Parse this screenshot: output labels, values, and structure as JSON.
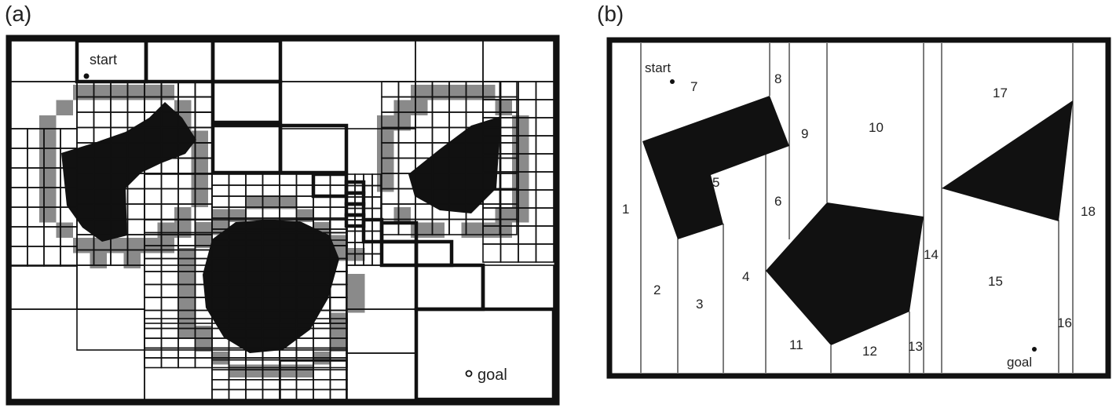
{
  "panel_a": {
    "label": "(a)",
    "start_label": "start",
    "goal_label": "goal"
  },
  "panel_b": {
    "label": "(b)",
    "start_label": "start",
    "goal_label": "goal",
    "cells": [
      "1",
      "2",
      "3",
      "4",
      "5",
      "6",
      "7",
      "8",
      "9",
      "10",
      "11",
      "12",
      "13",
      "14",
      "15",
      "16",
      "17",
      "18"
    ]
  },
  "colors": {
    "obstacle": "#111111",
    "boundary_cell": "#8a8a8a",
    "line": "#111111",
    "background": "#ffffff"
  }
}
